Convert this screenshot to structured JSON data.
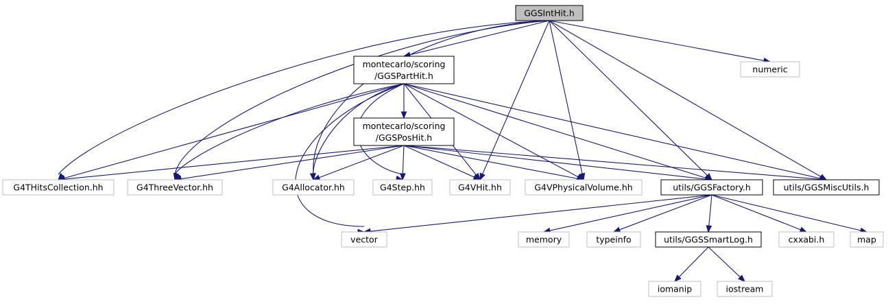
{
  "colors": {
    "edge": "#191970",
    "root_fill": "#bfbfbf",
    "project_border": "#000000",
    "external_border": "#bfbfbf",
    "node_fill": "#ffffff"
  },
  "nodes": [
    {
      "id": "ggsinthit",
      "kind": "root",
      "lines": [
        "GGSIntHit.h"
      ]
    },
    {
      "id": "ggsparthit",
      "kind": "project",
      "lines": [
        "montecarlo/scoring",
        "/GGSPartHit.h"
      ]
    },
    {
      "id": "numeric",
      "kind": "external",
      "lines": [
        "numeric"
      ]
    },
    {
      "id": "ggsposhit",
      "kind": "project",
      "lines": [
        "montecarlo/scoring",
        "/GGSPosHit.h"
      ]
    },
    {
      "id": "g4thitscollection",
      "kind": "external",
      "lines": [
        "G4THitsCollection.hh"
      ]
    },
    {
      "id": "g4threevector",
      "kind": "external",
      "lines": [
        "G4ThreeVector.hh"
      ]
    },
    {
      "id": "g4allocator",
      "kind": "external",
      "lines": [
        "G4Allocator.hh"
      ]
    },
    {
      "id": "g4step",
      "kind": "external",
      "lines": [
        "G4Step.hh"
      ]
    },
    {
      "id": "g4vhit",
      "kind": "external",
      "lines": [
        "G4VHit.hh"
      ]
    },
    {
      "id": "g4vphysicalvolume",
      "kind": "external",
      "lines": [
        "G4VPhysicalVolume.hh"
      ]
    },
    {
      "id": "ggsfactory",
      "kind": "project",
      "lines": [
        "utils/GGSFactory.h"
      ]
    },
    {
      "id": "ggsmiscutils",
      "kind": "project",
      "lines": [
        "utils/GGSMiscUtils.h"
      ]
    },
    {
      "id": "vector",
      "kind": "external",
      "lines": [
        "vector"
      ]
    },
    {
      "id": "memory",
      "kind": "external",
      "lines": [
        "memory"
      ]
    },
    {
      "id": "typeinfo",
      "kind": "external",
      "lines": [
        "typeinfo"
      ]
    },
    {
      "id": "ggssmartlog",
      "kind": "project",
      "lines": [
        "utils/GGSSmartLog.h"
      ]
    },
    {
      "id": "cxxabi",
      "kind": "external",
      "lines": [
        "cxxabi.h"
      ]
    },
    {
      "id": "map",
      "kind": "external",
      "lines": [
        "map"
      ]
    },
    {
      "id": "iomanip",
      "kind": "external",
      "lines": [
        "iomanip"
      ]
    },
    {
      "id": "iostream",
      "kind": "external",
      "lines": [
        "iostream"
      ]
    }
  ],
  "edges": [
    {
      "from": "ggsinthit",
      "to": "ggsparthit"
    },
    {
      "from": "ggsinthit",
      "to": "numeric"
    },
    {
      "from": "ggsinthit",
      "to": "g4thitscollection"
    },
    {
      "from": "ggsinthit",
      "to": "g4threevector"
    },
    {
      "from": "ggsinthit",
      "to": "g4allocator"
    },
    {
      "from": "ggsinthit",
      "to": "g4vhit"
    },
    {
      "from": "ggsinthit",
      "to": "g4vphysicalvolume"
    },
    {
      "from": "ggsinthit",
      "to": "ggsfactory"
    },
    {
      "from": "ggsinthit",
      "to": "ggsmiscutils"
    },
    {
      "from": "ggsparthit",
      "to": "ggsposhit"
    },
    {
      "from": "ggsparthit",
      "to": "g4thitscollection"
    },
    {
      "from": "ggsparthit",
      "to": "g4threevector"
    },
    {
      "from": "ggsparthit",
      "to": "g4allocator"
    },
    {
      "from": "ggsparthit",
      "to": "g4step"
    },
    {
      "from": "ggsparthit",
      "to": "g4vhit"
    },
    {
      "from": "ggsparthit",
      "to": "g4vphysicalvolume"
    },
    {
      "from": "ggsparthit",
      "to": "ggsfactory"
    },
    {
      "from": "ggsparthit",
      "to": "ggsmiscutils"
    },
    {
      "from": "ggsparthit",
      "to": "vector"
    },
    {
      "from": "ggsposhit",
      "to": "g4thitscollection"
    },
    {
      "from": "ggsposhit",
      "to": "g4threevector"
    },
    {
      "from": "ggsposhit",
      "to": "g4allocator"
    },
    {
      "from": "ggsposhit",
      "to": "g4step"
    },
    {
      "from": "ggsposhit",
      "to": "g4vhit"
    },
    {
      "from": "ggsposhit",
      "to": "g4vphysicalvolume"
    },
    {
      "from": "ggsposhit",
      "to": "ggsfactory"
    },
    {
      "from": "ggsposhit",
      "to": "ggsmiscutils"
    },
    {
      "from": "ggsfactory",
      "to": "vector"
    },
    {
      "from": "ggsfactory",
      "to": "memory"
    },
    {
      "from": "ggsfactory",
      "to": "typeinfo"
    },
    {
      "from": "ggsfactory",
      "to": "ggssmartlog"
    },
    {
      "from": "ggsfactory",
      "to": "cxxabi"
    },
    {
      "from": "ggsfactory",
      "to": "map"
    },
    {
      "from": "ggssmartlog",
      "to": "iomanip"
    },
    {
      "from": "ggssmartlog",
      "to": "iostream"
    }
  ]
}
